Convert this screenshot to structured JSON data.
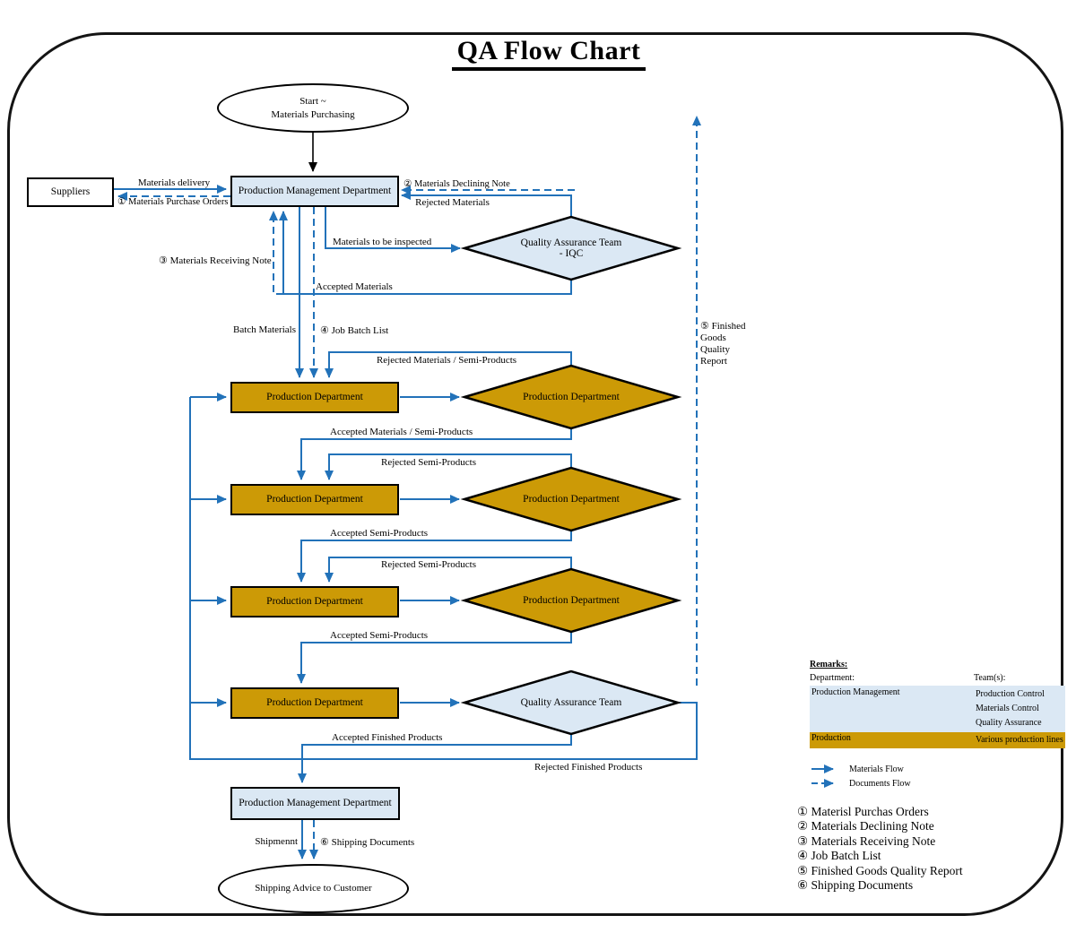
{
  "title": "QA Flow Chart",
  "nodes": {
    "start": {
      "line1": "Start ~",
      "line2": "Materials Purchasing"
    },
    "suppliers": "Suppliers",
    "pmd1": "Production Management Department",
    "iqc": {
      "line1": "Quality Assurance Team",
      "line2": "-  IQC"
    },
    "prod_box1": "Production Department",
    "prod_dia1": "Production Department",
    "prod_box2": "Production Department",
    "prod_dia2": "Production Department",
    "prod_box3": "Production Department",
    "prod_dia3": "Production Department",
    "prod_box4": "Production Department",
    "qa_team": "Quality Assurance Team",
    "pmd2": "Production Management Department",
    "shipping": "Shipping Advice to Customer"
  },
  "edges": {
    "materials_delivery": "Materials delivery",
    "materials_purchase_orders": "① Materials Purchase Orders",
    "materials_declining_note": "② Materials Declining Note",
    "rejected_materials": "Rejected Materials",
    "materials_to_be_inspected": "Materials to be inspected",
    "materials_receiving_note": "③  Materials Receiving Note",
    "accepted_materials": "Accepted Materials",
    "batch_materials": "Batch Materials",
    "job_batch_list": "④ Job Batch List",
    "rejected_materials_semi": "Rejected Materials / Semi-Products",
    "accepted_materials_semi": "Accepted Materials / Semi-Products",
    "rejected_semi_2": "Rejected Semi-Products",
    "accepted_semi_2": "Accepted Semi-Products",
    "rejected_semi_3": "Rejected Semi-Products",
    "accepted_semi_3": "Accepted Semi-Products",
    "accepted_finished": "Accepted Finished Products",
    "rejected_finished": "Rejected Finished Products",
    "shipment": "Shipmennt",
    "shipping_documents": "⑥  Shipping Documents"
  },
  "fg_report": [
    "⑤ Finished",
    "Goods",
    "Quality",
    "Report"
  ],
  "remarks": {
    "heading": "Remarks:",
    "col_department": "Department:",
    "col_teams": "Team(s):",
    "rows": [
      {
        "department": "Production Management",
        "teams": [
          "Production Control",
          "Materials Control",
          "Quality Assurance"
        ]
      },
      {
        "department": "Production",
        "teams": [
          "Various production lines"
        ]
      }
    ]
  },
  "legend": {
    "materials_flow": "Materials Flow",
    "documents_flow": "Documents Flow"
  },
  "notes": [
    "① Materisl Purchas Orders",
    "② Materials Declining Note",
    "③ Materials Receiving Note",
    "④ Job Batch List",
    "⑤ Finished Goods Quality Report",
    "⑥ Shipping Documents"
  ],
  "colors": {
    "flow_blue": "#2272b9",
    "box_blue": "#dbe8f4",
    "box_gold": "#cc9a06",
    "border_black": "#000000"
  }
}
